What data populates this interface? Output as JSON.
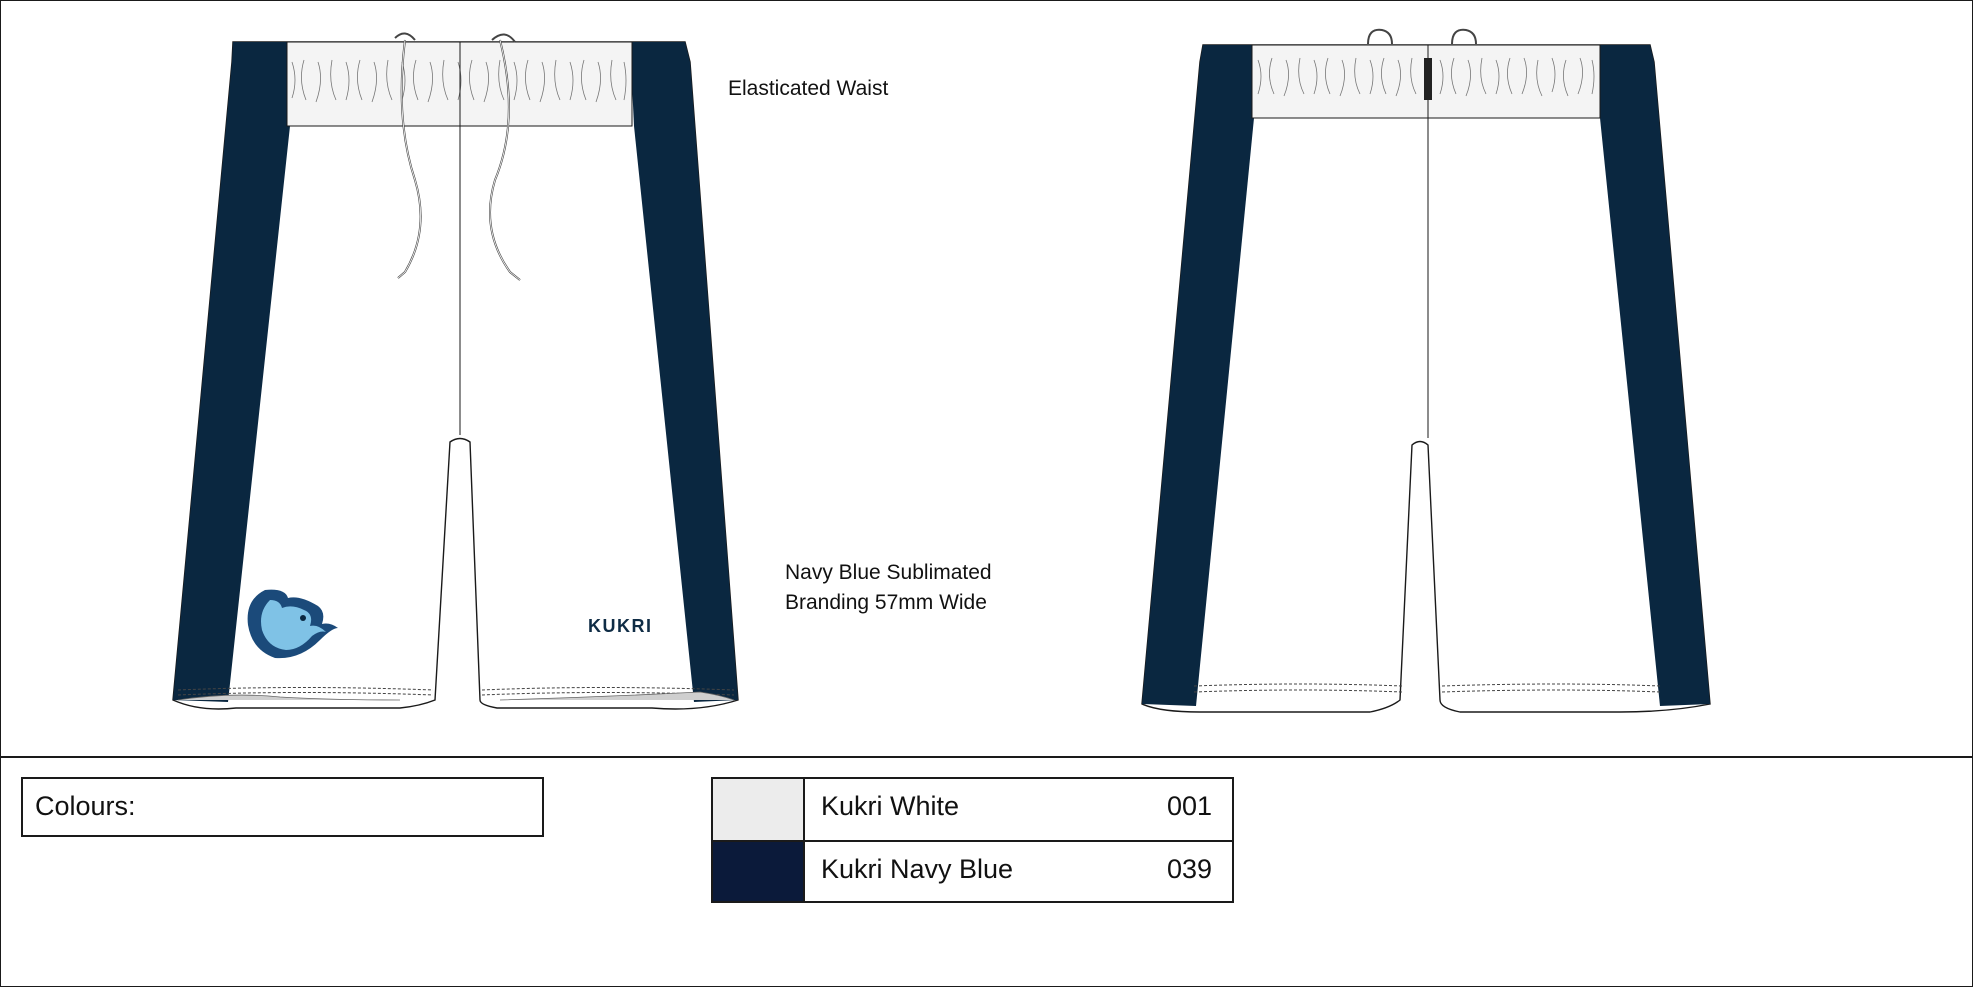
{
  "annotations": {
    "waist": "Elasticated Waist",
    "branding_line1": "Navy Blue Sublimated",
    "branding_line2": "Branding 57mm Wide"
  },
  "logo_text": "Kukri",
  "colours": {
    "label": "Colours:",
    "swatches": [
      {
        "name": "Kukri White",
        "code": "001",
        "color": "#ececec"
      },
      {
        "name": "Kukri Navy Blue",
        "code": "039",
        "color": "#0b1a3a"
      }
    ]
  },
  "palette": {
    "navy_panel": "#0a2740",
    "crest_light": "#7fc2e6",
    "crest_dark": "#1b4a7a"
  }
}
